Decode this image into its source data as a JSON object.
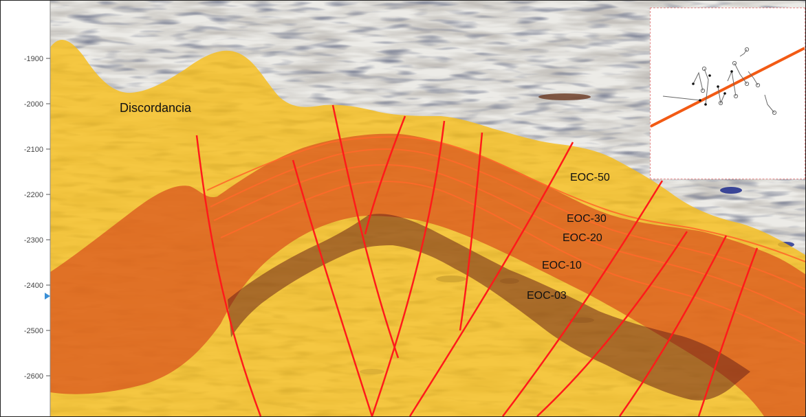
{
  "axis": {
    "ticks": [
      "-1900",
      "-2000",
      "-2100",
      "-2200",
      "-2300",
      "-2400",
      "-2500",
      "-2600"
    ]
  },
  "labels": {
    "unconformity": "Discordancia",
    "units": [
      "EOC-50",
      "EOC-30",
      "EOC-20",
      "EOC-10",
      "EOC-03"
    ]
  },
  "colors": {
    "unconformity_fill": "#f7be1c",
    "eoc_upper_fill": "#d9541e",
    "eoc_lower_fill": "#7a2d1f",
    "fault_line": "#ff1a1a",
    "horizon_line": "#ff6a2a",
    "inset_trace": "#f25a14"
  },
  "icons": {
    "depth_marker": "triangle-marker-icon"
  }
}
